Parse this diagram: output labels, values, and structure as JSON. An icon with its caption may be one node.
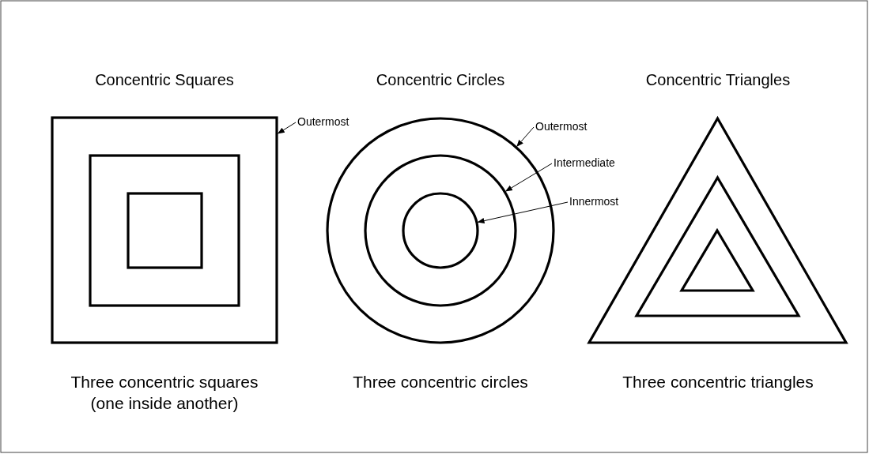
{
  "diagram": {
    "nodes": [
      {
        "text": [],
        "shape": "box"
      },
      {
        "text": [],
        "shape": "box",
        "in": 0
      },
      {
        "text": [],
        "shape": "box",
        "in": 1
      },
      {
        "text": [],
        "shape": "circle"
      },
      {
        "text": [],
        "shape": "circle",
        "in": 3
      },
      {
        "text": [],
        "shape": "circle",
        "in": 4
      },
      {
        "text": [],
        "shape": "triangle"
      },
      {
        "text": [],
        "shape": "triangle",
        "in": 6
      },
      {
        "text": [],
        "shape": "triangle",
        "in": 7
      },
      {
        "text": [
          "Outermost"
        ]
      },
      {
        "text": [
          "Outermost"
        ]
      },
      {
        "text": [
          "Intermediate"
        ]
      },
      {
        "text": [
          "Innermost"
        ]
      }
    ],
    "edges": [
      {
        "from": 9,
        "to": 0,
        "arrow": "to"
      },
      {
        "from": 10,
        "to": 3,
        "arrow": "to"
      },
      {
        "from": 11,
        "to": 4,
        "arrow": "to"
      },
      {
        "from": 12,
        "to": 5,
        "arrow": "to"
      }
    ],
    "labels": [
      "Concentric Squares",
      "Concentric Circles",
      "Concentric Triangles",
      "Three concentric squares (one inside another)",
      "Three concentric circles",
      "Three concentric triangles"
    ]
  }
}
